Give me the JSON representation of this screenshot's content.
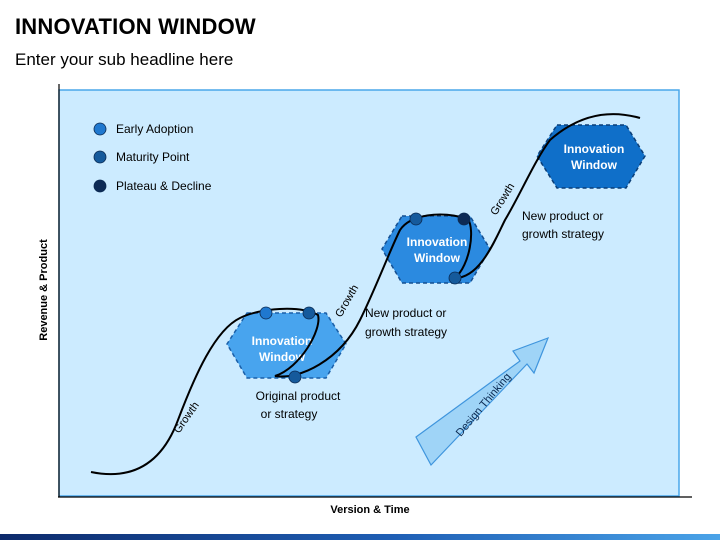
{
  "page": {
    "title": "INNOVATION WINDOW",
    "subtitle": "Enter your sub headline here"
  },
  "axes": {
    "y_label": "Revenue & Product",
    "x_label": "Version & Time"
  },
  "legend": {
    "items": [
      {
        "label": "Early Adoption",
        "color": "#1f78cf"
      },
      {
        "label": "Maturity Point",
        "color": "#155a9c"
      },
      {
        "label": "Plateau & Decline",
        "color": "#0d2a55"
      }
    ]
  },
  "curve_labels": {
    "growth": "Growth"
  },
  "windows": [
    {
      "line1": "Innovation",
      "line2": "Window",
      "color": "#48a4ee"
    },
    {
      "line1": "Innovation",
      "line2": "Window",
      "color": "#2b8ae0"
    },
    {
      "line1": "Innovation",
      "line2": "Window",
      "color": "#0f6fc9"
    }
  ],
  "captions": [
    {
      "line1": "Original product",
      "line2": "or strategy"
    },
    {
      "line1": "New product or",
      "line2": "growth strategy"
    },
    {
      "line1": "New product or",
      "line2": "growth strategy"
    }
  ],
  "arrow": {
    "label": "Design Thinking"
  },
  "colors": {
    "panel_bg": "#ccebff",
    "panel_border": "#4aa7ea",
    "curve": "#000000",
    "arrow_fill": "#9fd4f7",
    "arrow_stroke": "#3f95dd"
  }
}
